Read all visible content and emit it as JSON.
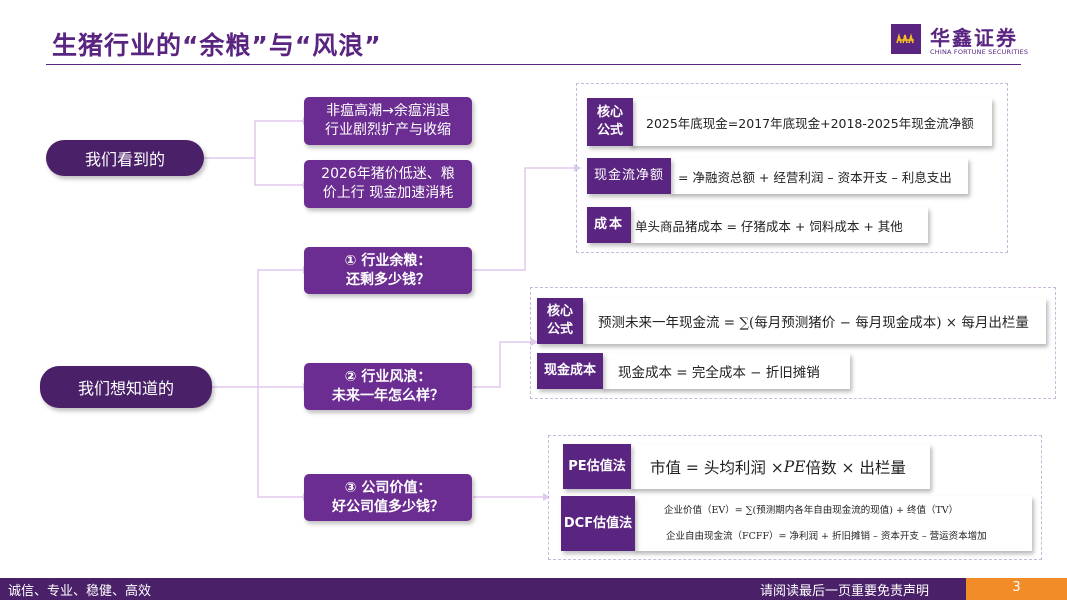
{
  "header": {
    "title": "生猪行业的“余粮”与“风浪”",
    "logo_cn": "华鑫证券",
    "logo_en": "CHINA FORTUNE SECURITIES"
  },
  "left_nodes": {
    "seen": "我们看到的",
    "want": "我们想知道的"
  },
  "seen_items": [
    {
      "line1": "非瘟高潮→余瘟消退",
      "line2": "行业剧烈扩产与收缩"
    },
    {
      "line1": "2026年猪价低迷、粮",
      "line2": "价上行 现金加速消耗"
    }
  ],
  "questions": [
    {
      "line1": "① 行业余粮：",
      "line2": "还剩多少钱？"
    },
    {
      "line1": "② 行业风浪：",
      "line2": "未来一年怎么样？"
    },
    {
      "line1": "③ 公司价值：",
      "line2": "好公司值多少钱？"
    }
  ],
  "group1": {
    "core_tag": [
      "核心",
      "公式"
    ],
    "core_formula": "2025年底现金=2017年底现金+2018-2025年现金流净额",
    "cashflow_tag": "现金流净额",
    "cashflow_formula": "= 净融资总额 + 经营利润 – 资本开支 – 利息支出",
    "cost_tag": "成本",
    "cost_formula": "单头商品猪成本 = 仔猪成本 + 饲料成本 + 其他"
  },
  "group2": {
    "core_tag": [
      "核心",
      "公式"
    ],
    "core_formula": "预测未来一年现金流 = ∑(每月预测猪价 − 每月现金成本) × 每月出栏量",
    "cash_cost_tag": "现金成本",
    "cash_cost_formula": "现金成本 = 完全成本 − 折旧摊销"
  },
  "group3": {
    "pe_tag": "PE估值法",
    "pe_formula_a": "市值 = 头均利润 × ",
    "pe_formula_b": "PE",
    "pe_formula_c": "倍数 × 出栏量",
    "dcf_tag": "DCF估值法",
    "dcf_formula1": "企业价值（EV）= ∑(预测期内各年自由现金流的现值) + 终值（TV）",
    "dcf_formula2": "企业自由现金流（FCFF）= 净利润 + 折旧摊销 – 资本开支 – 营运资本增加"
  },
  "footer": {
    "left": "诚信、专业、稳健、高效",
    "right": "请阅读最后一页重要免责声明",
    "page": "3"
  }
}
